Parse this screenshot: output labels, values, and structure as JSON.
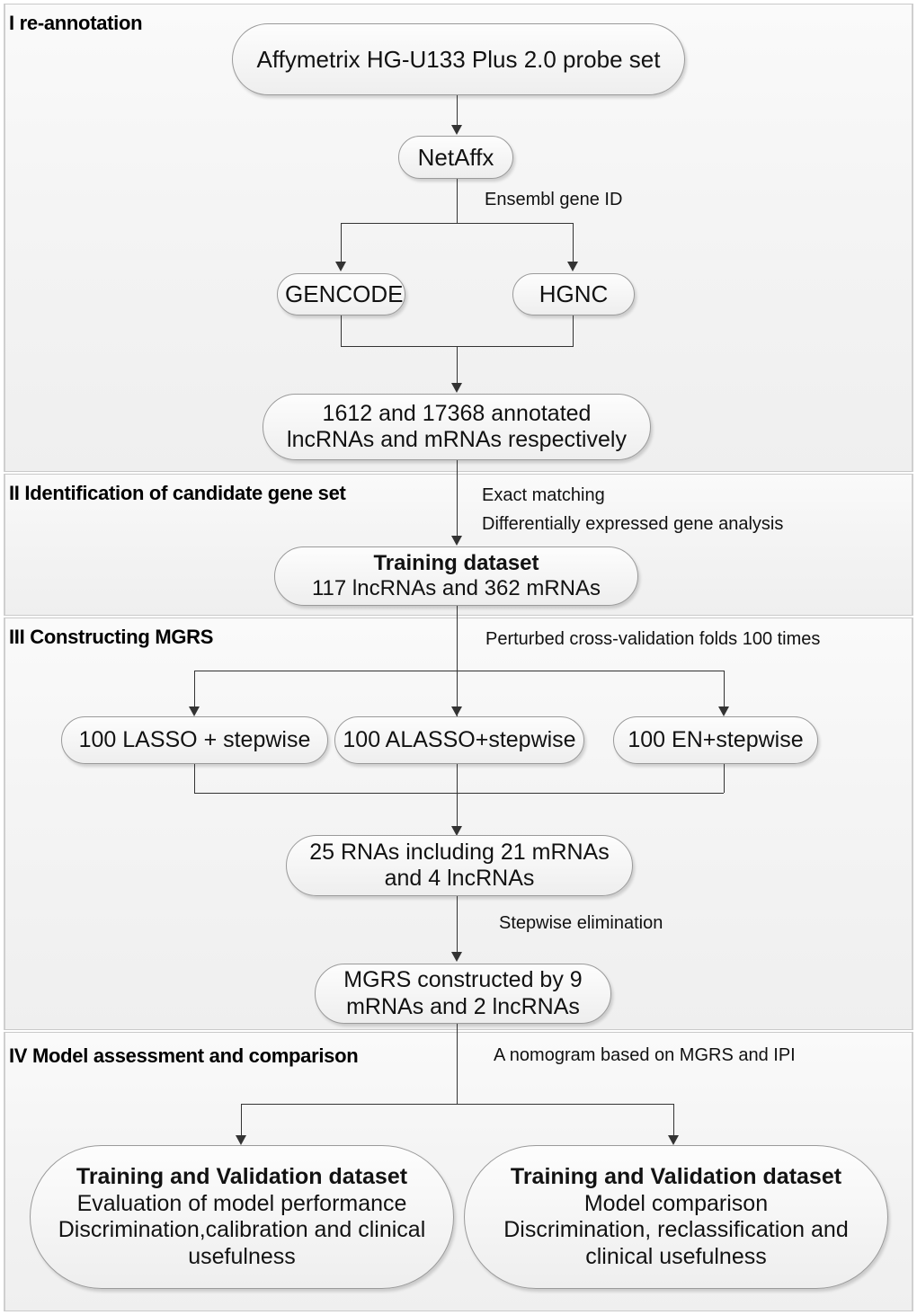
{
  "figure": {
    "type": "flowchart",
    "title": "Study workflow for MGRS construction and assessment"
  },
  "sections": [
    {
      "id": "I",
      "label": "I re-annotation"
    },
    {
      "id": "II",
      "label": "II Identification of candidate gene set"
    },
    {
      "id": "III",
      "label": "III Constructing MGRS"
    },
    {
      "id": "IV",
      "label": "IV Model assessment and comparison"
    }
  ],
  "nodes": {
    "probeset": {
      "line1": "Affymetrix HG-U133 Plus 2.0 probe set"
    },
    "netaffx": {
      "line1": "NetAffx"
    },
    "gencode": {
      "line1": "GENCODE"
    },
    "hgnc": {
      "line1": "HGNC"
    },
    "annotated": {
      "line1": "1612 and 17368 annotated",
      "line2": "lncRNAs and mRNAs respectively"
    },
    "training": {
      "line1": "Training dataset",
      "line2": "117 lncRNAs and 362 mRNAs"
    },
    "lasso": {
      "line1": "100 LASSO + stepwise"
    },
    "alasso": {
      "line1": "100 ALASSO+stepwise"
    },
    "en": {
      "line1": "100 EN+stepwise"
    },
    "rnas25": {
      "line1": "25 RNAs including 21 mRNAs",
      "line2": "and 4 lncRNAs"
    },
    "mgrs": {
      "line1": "MGRS constructed by 9",
      "line2": "mRNAs and 2 lncRNAs"
    },
    "eval_left": {
      "line1": "Training and Validation dataset",
      "line2": "Evaluation of model performance",
      "line3": "Discrimination,calibration and clinical",
      "line4": "usefulness"
    },
    "eval_right": {
      "line1": "Training and Validation dataset",
      "line2": "Model comparison",
      "line3": "Discrimination, reclassification and",
      "line4": "clinical usefulness"
    }
  },
  "edge_labels": {
    "ensembl": "Ensembl gene ID",
    "exact": "Exact matching",
    "deg": "Differentially expressed gene analysis",
    "perturbed": "Perturbed cross-validation folds 100 times",
    "stepwise": "Stepwise elimination",
    "nomogram": "A nomogram based on MGRS and IPI"
  },
  "colors": {
    "panel_bg": "#f4f4f4",
    "panel_border": "#c9c9c9",
    "node_border": "#9a9a9a",
    "connector": "#333333",
    "text": "#121212"
  }
}
